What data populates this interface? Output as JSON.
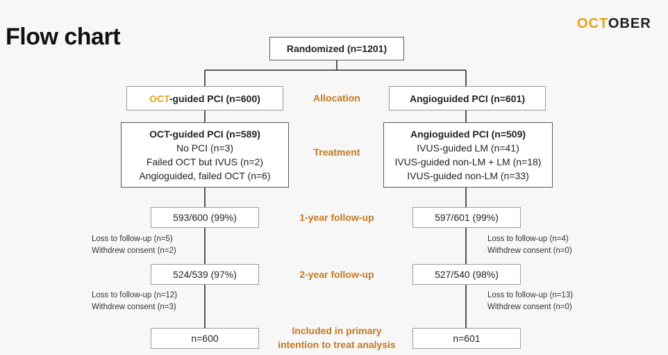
{
  "header": {
    "title": "Flow chart",
    "logo_part1": "OCT",
    "logo_part2": "OBER"
  },
  "randomized": "Randomized (n=1201)",
  "stages": {
    "allocation": "Allocation",
    "treatment": "Treatment",
    "followup1": "1-year follow-up",
    "followup2": "2-year follow-up",
    "included_line1": "Included in primary",
    "included_line2": "intention to treat analysis"
  },
  "left": {
    "alloc_prefix": "OCT",
    "alloc_rest": "-guided PCI (n=600)",
    "treat_header": "OCT-guided PCI (n=589)",
    "treat_lines": [
      "No PCI (n=3)",
      "Failed OCT but IVUS (n=2)",
      "Angioguided, failed OCT (n=6)"
    ],
    "fu1": "593/600 (99%)",
    "loss1": [
      "Loss to follow-up (n=5)",
      "Withdrew consent (n=2)"
    ],
    "fu2": "524/539 (97%)",
    "loss2": [
      "Loss to follow-up (n=12)",
      "Withdrew consent (n=3)"
    ],
    "final": "n=600"
  },
  "right": {
    "alloc": "Angioguided PCI (n=601)",
    "treat_header": "Angioguided PCI (n=509)",
    "treat_lines": [
      "IVUS-guided LM (n=41)",
      "IVUS-guided non-LM + LM (n=18)",
      "IVUS-guided non-LM (n=33)"
    ],
    "fu1": "597/601 (99%)",
    "loss1": [
      "Loss to follow-up (n=4)",
      "Withdrew consent (n=0)"
    ],
    "fu2": "527/540 (98%)",
    "loss2": [
      "Loss to follow-up (n=13)",
      "Withdrew consent (n=0)"
    ],
    "final": "n=601"
  },
  "colors": {
    "accent": "#e8a21a",
    "stage_label": "#c4781f"
  }
}
